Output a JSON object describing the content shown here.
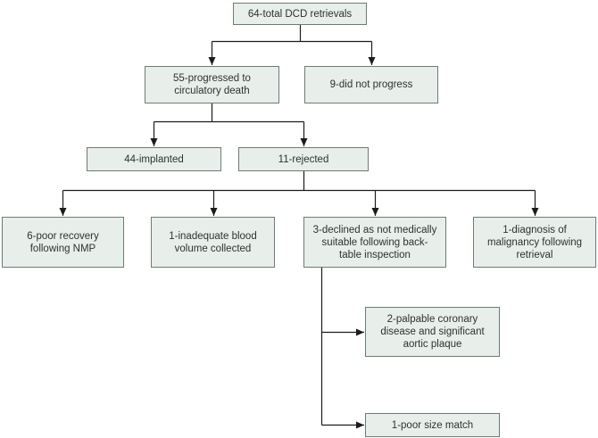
{
  "diagram": {
    "type": "flowchart"
  },
  "colors": {
    "background": "#ffffff",
    "node_fill": "#e8efea",
    "node_border": "#6e7a74",
    "connector": "#1c1c1c",
    "text": "#303030"
  },
  "nodes": {
    "total": {
      "label": "64-total DCD retrievals"
    },
    "progressed": {
      "label": "55-progressed to\ncirculatory death"
    },
    "not_progress": {
      "label": "9-did not progress"
    },
    "implanted": {
      "label": "44-implanted"
    },
    "rejected": {
      "label": "11-rejected"
    },
    "poor_recovery": {
      "label": "6-poor recovery\nfollowing NMP"
    },
    "inadequate_blood": {
      "label": "1-inadequate blood\nvolume collected"
    },
    "declined_backtable": {
      "label": "3-declined as not medically\nsuitable following back-\ntable inspection"
    },
    "malignancy": {
      "label": "1-diagnosis of\nmalignancy following\nretrieval"
    },
    "coronary_plaque": {
      "label": "2-palpable coronary\ndisease and significant\naortic plaque"
    },
    "size_match": {
      "label": "1-poor size match"
    }
  },
  "edges": [
    {
      "from": "total",
      "to": "progressed"
    },
    {
      "from": "total",
      "to": "not_progress"
    },
    {
      "from": "progressed",
      "to": "implanted"
    },
    {
      "from": "progressed",
      "to": "rejected"
    },
    {
      "from": "rejected",
      "to": "poor_recovery"
    },
    {
      "from": "rejected",
      "to": "inadequate_blood"
    },
    {
      "from": "rejected",
      "to": "declined_backtable"
    },
    {
      "from": "rejected",
      "to": "malignancy"
    },
    {
      "from": "declined_backtable",
      "to": "coronary_plaque"
    },
    {
      "from": "declined_backtable",
      "to": "size_match"
    }
  ]
}
